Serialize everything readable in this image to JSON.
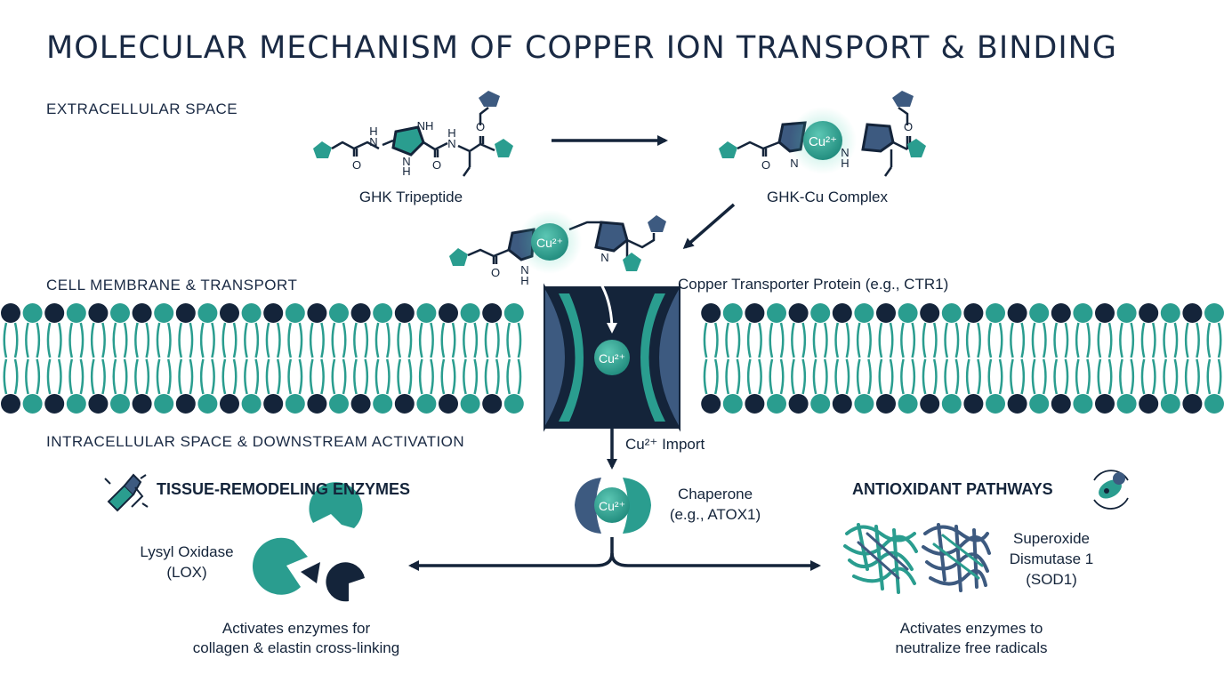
{
  "title": "MOLECULAR MECHANISM OF COPPER ION TRANSPORT & BINDING",
  "sections": {
    "extracellular": "EXTRACELLULAR SPACE",
    "membrane": "CELL MEMBRANE & TRANSPORT",
    "intracellular": "INTRACELLULAR SPACE & DOWNSTREAM ACTIVATION"
  },
  "molecules": {
    "ghk_label": "GHK Tripeptide",
    "ghk_cu_label": "GHK-Cu Complex",
    "atom_nh": "NH",
    "atom_n": "N",
    "atom_h": "H",
    "atom_o": "O",
    "ion": "Cu²⁺"
  },
  "transport": {
    "transporter_label": "Copper Transporter Protein (e.g., CTR1)",
    "import_label": "Cu²⁺ Import",
    "chaperone_line1": "Chaperone",
    "chaperone_line2": "(e.g., ATOX1)"
  },
  "left_branch": {
    "heading": "TISSUE-REMODELING ENZYMES",
    "enzyme_line1": "Lysyl Oxidase",
    "enzyme_line2": "(LOX)",
    "desc_line1": "Activates enzymes for",
    "desc_line2": "collagen & elastin cross-linking"
  },
  "right_branch": {
    "heading": "ANTIOXIDANT PATHWAYS",
    "enzyme_line1": "Superoxide",
    "enzyme_line2": "Dismutase 1",
    "enzyme_line3": "(SOD1)",
    "desc_line1": "Activates enzymes to",
    "desc_line2": "neutralize free radicals"
  },
  "icons": {
    "scissors": "scissors-icon",
    "cycle": "bacteria-cycle-icon"
  },
  "colors": {
    "navy": "#14243a",
    "teal": "#2a9d8f",
    "slate": "#3d5a80",
    "glow": "#4fd1b4"
  }
}
